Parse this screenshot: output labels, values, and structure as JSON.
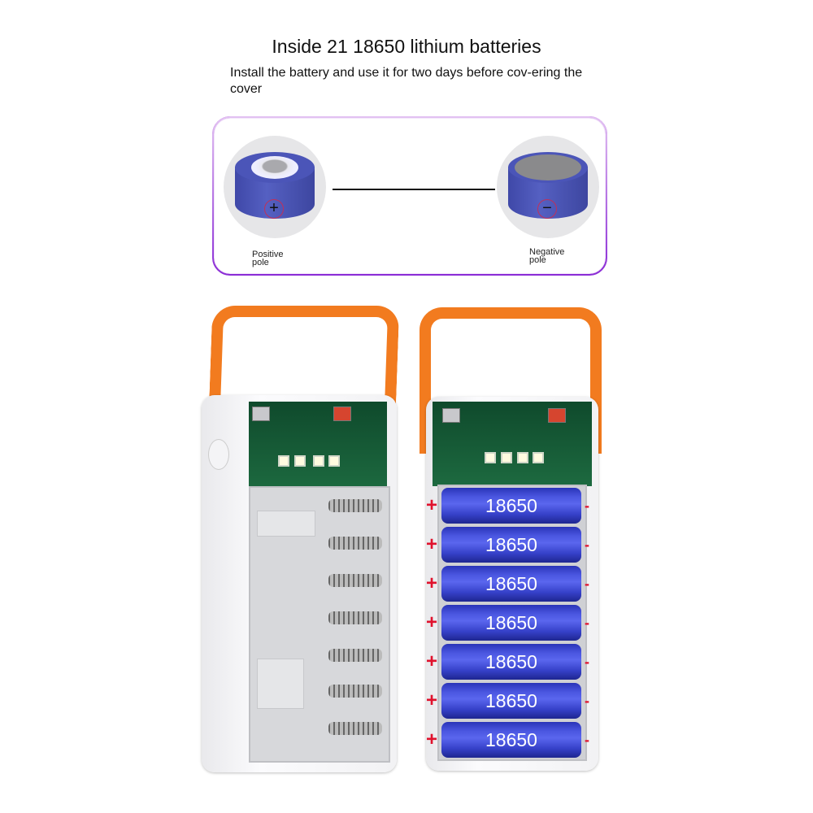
{
  "header": {
    "title": "Inside 21 18650 lithium batteries",
    "subtitle": "Install the battery and use it for two days before cov-ering the cover"
  },
  "poles": {
    "positive": {
      "label": "Positive pole",
      "symbol": "+"
    },
    "negative": {
      "label": "Negative pole",
      "symbol": "−"
    }
  },
  "batteries": {
    "label": "18650",
    "count_shown": 7,
    "plus_symbol": "+",
    "minus_symbol": "-"
  },
  "colors": {
    "handle": "#f27b1f",
    "battery_blue": "#3f4bd6",
    "polarity_red": "#e0122d",
    "frame_purple": "#9b3fd8"
  }
}
